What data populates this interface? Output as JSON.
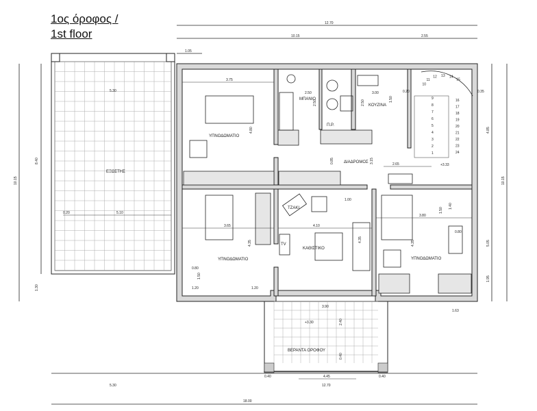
{
  "title": {
    "line1": "1ος όροφος /",
    "line2": "1st floor"
  },
  "rooms": {
    "bedroom_1": "ΥΠΝΟΔΩΜΑΤΙΟ",
    "bathroom": "ΜΠΑΝΙΟ",
    "kitchen": "ΚΟΥΖΙΝΑ",
    "pantry": "Π.Ρ.",
    "corridor": "ΔΙΑΔΡΟΜΟΣ",
    "terrace": "ΕΞΩΣΤΗΣ",
    "bedroom_2": "ΥΠΝΟΔΩΜΑΤΙΟ",
    "living": "ΚΑΘΙΣΤΙΚΟ",
    "bedroom_3": "ΥΠΝΟΔΩΜΑΤΙΟ",
    "balcony": "ΒΕΡΑΝΤΑ ΟΡΟΦΟΥ",
    "tv": "TV",
    "fireplace": "ΤΖΑΚΙ"
  },
  "levels": {
    "corridor": "+3.33",
    "balcony": "+3.30"
  },
  "dimensions": {
    "top_total": "12.70",
    "top_left": "10.15",
    "top_right": "2.55",
    "top_offset": "1.05",
    "terrace_width": "5.30",
    "terrace_inner": "5.10",
    "terrace_offset": "0.20",
    "terrace_height": "8.40",
    "left_total": "10.15",
    "left_bottom": "1.30",
    "bedroom1_w": "3.75",
    "bedroom1_h": "4.80",
    "bath_w": "2.50",
    "bath_h": "2.50",
    "kitchen_w": "3.00",
    "kitchen_h": "2.50",
    "kitchen_side": "1.50",
    "kitchen_gap": "0.20",
    "stair_gap": "0.35",
    "corridor_w": "2.65",
    "corridor_h1": "0.85",
    "corridor_h2": "3.15",
    "bedroom2_w": "3.65",
    "bedroom2_h": "4.35",
    "living_w": "4.10",
    "living_h": "4.35",
    "living_gap": "1.00",
    "bedroom3_w": "3.80",
    "bedroom3_h": "4.35",
    "bedroom3_side": "1.63",
    "bedroom3_desk": "0.80",
    "bedroom3_a": "1.50",
    "bedroom3_b": "1.40",
    "closet_w": "0.80",
    "closet_h": "1.50",
    "bed2_a": "1.20",
    "bed2_b": "1.20",
    "balcony_w": "3.90",
    "balcony_h": "2.40",
    "balcony_edge": "0.40",
    "bal_left": "0.40",
    "bal_mid": "4.45",
    "bal_right": "0.40",
    "bottom_left": "5.30",
    "bottom_right": "12.70",
    "bottom_total": "18.00",
    "right_a": "4.85",
    "right_b": "5.05",
    "right_total": "10.15",
    "right_c": "1.95"
  },
  "stairs": [
    "1",
    "2",
    "3",
    "4",
    "5",
    "6",
    "7",
    "8",
    "9",
    "10",
    "11",
    "12",
    "13",
    "14",
    "15",
    "16",
    "17",
    "18",
    "19",
    "20",
    "21",
    "22",
    "23",
    "24"
  ]
}
